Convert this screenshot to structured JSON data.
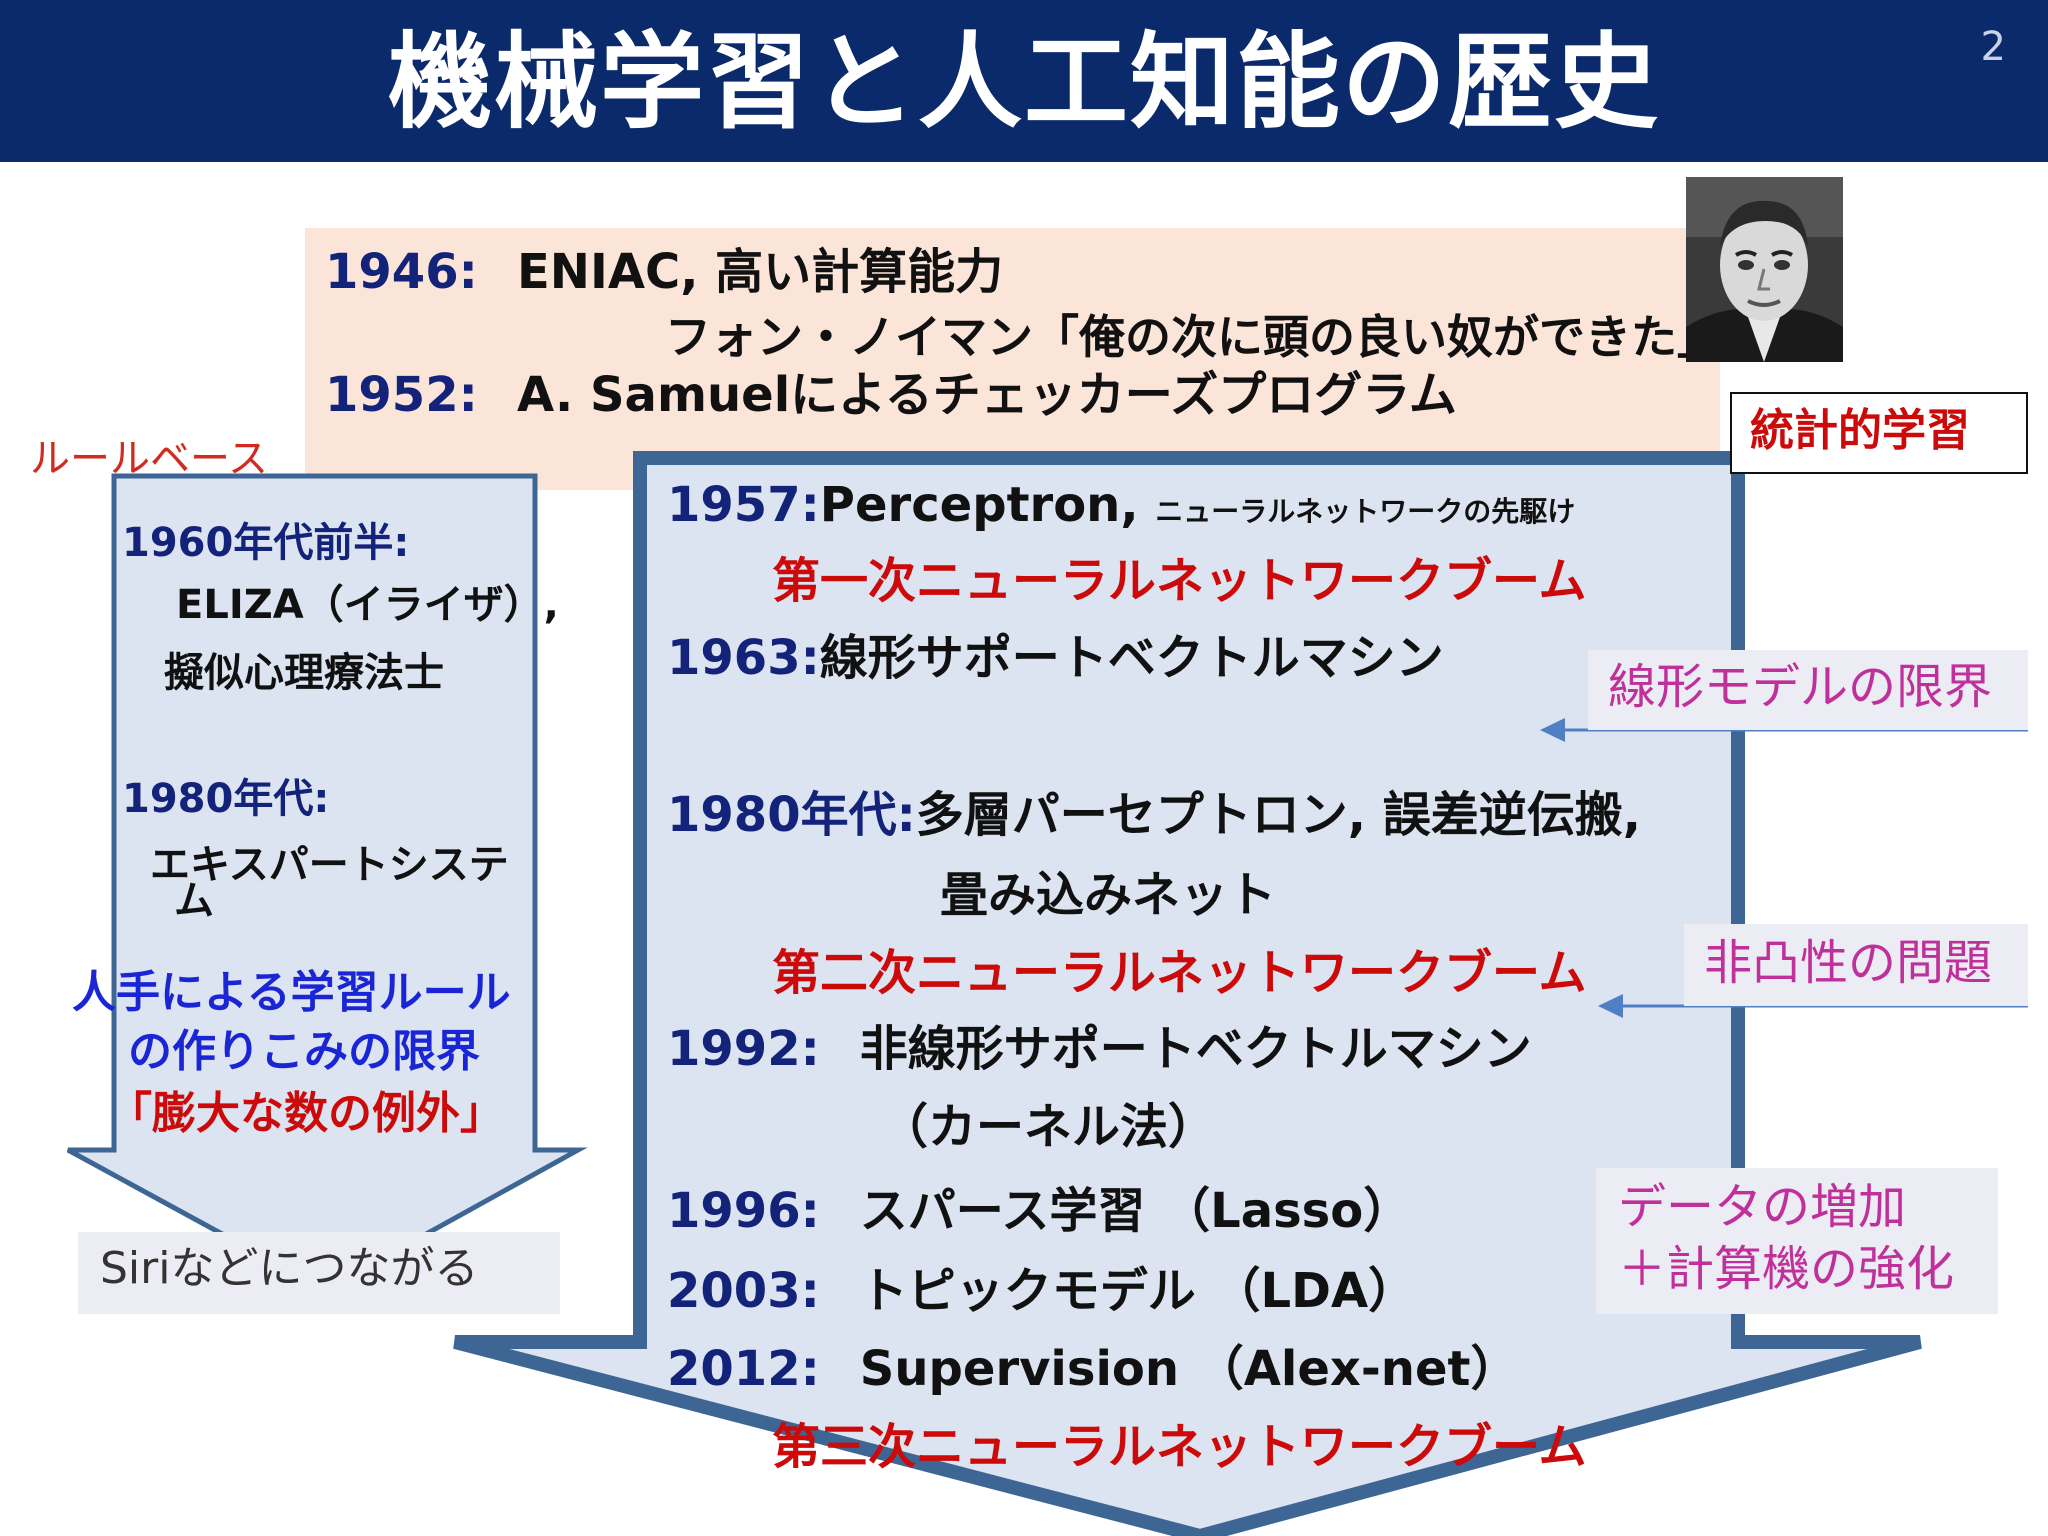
{
  "header": {
    "title": "機械学習と人工知能の歴史",
    "page_number": "2"
  },
  "top_box": {
    "line1_year": "1946:",
    "line1_text": "ENIAC, 高い計算能力",
    "line2_text": "フォン・ノイマン「俺の次に頭の良い奴ができた」",
    "line3_year": "1952:",
    "line3_text": "A. Samuelによるチェッカーズプログラム",
    "portrait_icon": "von-neumann-portrait"
  },
  "rule_based": {
    "label": "ルールベース",
    "year1": "1960年代前半:",
    "item1a": "ELIZA（イライザ）,",
    "item1b": "擬似心理療法士",
    "year2": "1980年代:",
    "item2a": "エキスパートシステ",
    "item2b": "ム",
    "limit1": "人手による学習ルール",
    "limit2": "の作りこみの限界",
    "limit3": "「膨大な数の例外」",
    "result": "Siriなどにつながる"
  },
  "statistical": {
    "label": "統計的学習",
    "rows": [
      {
        "year": "1957:",
        "text": "Perceptron, ",
        "small": "ニューラルネットワークの先駆け"
      },
      {
        "boom": "第一次ニューラルネットワークブーム"
      },
      {
        "year": "1963:",
        "text": "線形サポートベクトルマシン"
      },
      {
        "year": "1980年代:",
        "text": "多層パーセプトロン, 誤差逆伝搬,"
      },
      {
        "text": "畳み込みネット"
      },
      {
        "boom": "第二次ニューラルネットワークブーム"
      },
      {
        "year": "1992:",
        "text": "非線形サポートベクトルマシン"
      },
      {
        "text": "（カーネル法）"
      },
      {
        "year": "1996:",
        "text": "スパース学習 （Lasso）"
      },
      {
        "year": "2003:",
        "text": "トピックモデル （LDA）"
      },
      {
        "year": "2012:",
        "text": "Supervision （Alex-net）"
      },
      {
        "boom": "第三次ニューラルネットワークブーム"
      }
    ]
  },
  "side_notes": {
    "note1": "線形モデルの限界",
    "note2": "非凸性の問題",
    "note3a": "データの増加",
    "note3b": "＋計算機の強化"
  },
  "colors": {
    "header_bg": "#0b2a6b",
    "arrow_fill": "#dce3f1",
    "arrow_stroke": "#3d6694",
    "year_color": "#13237a",
    "boom_color": "#cc0a0a",
    "note_color": "#c0309b"
  }
}
